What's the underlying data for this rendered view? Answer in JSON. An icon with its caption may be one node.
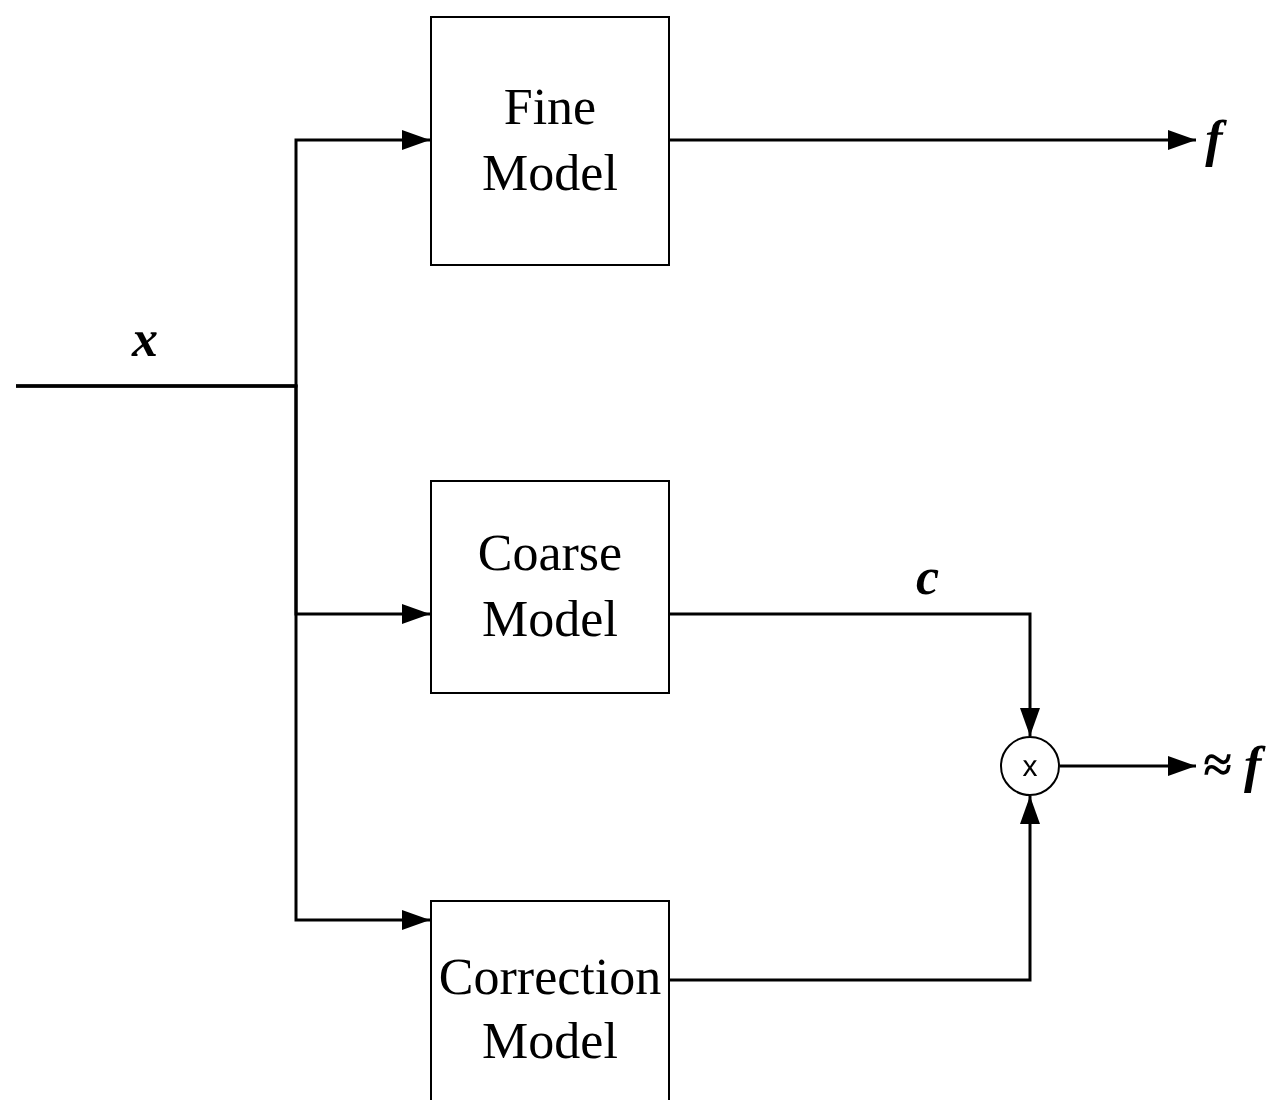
{
  "diagram": {
    "nodes": [
      {
        "text": [
          "Fine Model"
        ]
      },
      {
        "text": [
          "Coarse Model"
        ]
      },
      {
        "text": [
          "Correction Model"
        ]
      },
      {
        "text": [
          "x"
        ]
      },
      {
        "text": [
          "f"
        ]
      },
      {
        "text": [
          "≈ f"
        ]
      }
    ],
    "edges": [
      {
        "from": null,
        "to": 0,
        "arrow": "to",
        "label": "x"
      },
      {
        "from": null,
        "to": 1,
        "arrow": "to"
      },
      {
        "from": null,
        "to": 2,
        "arrow": "to"
      },
      {
        "from": 0,
        "to": 4,
        "arrow": "to"
      },
      {
        "from": 1,
        "to": 3,
        "arrow": "to",
        "label": "c"
      },
      {
        "from": 2,
        "to": 3,
        "arrow": "to"
      },
      {
        "from": 3,
        "to": 5,
        "arrow": "to"
      }
    ]
  }
}
